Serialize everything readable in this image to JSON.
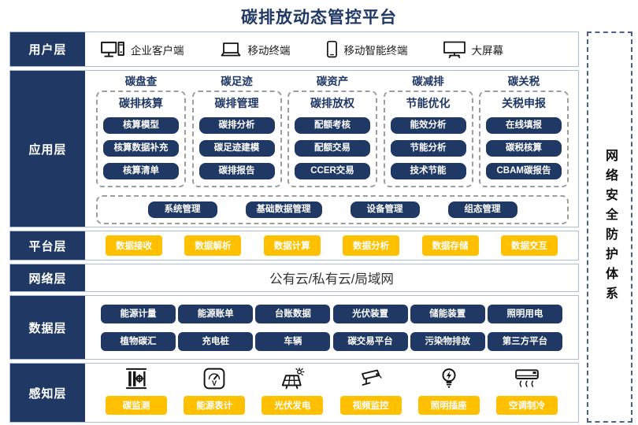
{
  "title": "碳排放动态管控平台",
  "colors": {
    "navy": "#1F3864",
    "yellow": "#FFC000",
    "band_border": "#A9BDDC",
    "dash_gray": "#9E9E9E",
    "dash_blue": "#49618F"
  },
  "security_bar": {
    "label": "网络安全防护体系"
  },
  "layers": {
    "user": {
      "label": "用户层",
      "items": [
        {
          "icon": "desktop-pc-icon",
          "label": "企业客户端"
        },
        {
          "icon": "laptop-icon",
          "label": "移动终端"
        },
        {
          "icon": "smartphone-icon",
          "label": "移动智能终端"
        },
        {
          "icon": "big-screen-icon",
          "label": "大屏幕"
        }
      ]
    },
    "app": {
      "label": "应用层",
      "columns": [
        {
          "header": "碳盘查",
          "title": "碳排核算",
          "items": [
            "核算模型",
            "核算数据补充",
            "核算清单"
          ]
        },
        {
          "header": "碳足迹",
          "title": "碳排管理",
          "items": [
            "碳排分析",
            "碳足迹建模",
            "碳排报告"
          ]
        },
        {
          "header": "碳资产",
          "title": "碳排放权",
          "items": [
            "配额考核",
            "配额交易",
            "CCER交易"
          ]
        },
        {
          "header": "碳减排",
          "title": "节能优化",
          "items": [
            "能效分析",
            "节能分析",
            "技术节能"
          ]
        },
        {
          "header": "碳关税",
          "title": "关税申报",
          "items": [
            "在线填报",
            "碳税核算",
            "CBAM碳报告"
          ]
        }
      ],
      "common": [
        "系统管理",
        "基础数据管理",
        "设备管理",
        "组态管理"
      ]
    },
    "platform": {
      "label": "平台层",
      "items": [
        "数据接收",
        "数据解析",
        "数据计算",
        "数据分析",
        "数据存储",
        "数据交互"
      ]
    },
    "network": {
      "label": "网络层",
      "content": "公有云/私有云/局域网"
    },
    "data": {
      "label": "数据层",
      "rows": [
        [
          "能源计量",
          "能源账单",
          "台账数据",
          "光伏装置",
          "储能装置",
          "照明用电"
        ],
        [
          "植物碳汇",
          "充电桩",
          "车辆",
          "碳交易平台",
          "污染物排放",
          "第三方平台"
        ]
      ]
    },
    "sensing": {
      "label": "感知层",
      "items": [
        {
          "icon": "carbon-monitor-icon",
          "label": "碳监测"
        },
        {
          "icon": "energy-meter-icon",
          "label": "能源表计"
        },
        {
          "icon": "solar-pv-icon",
          "label": "光伏发电"
        },
        {
          "icon": "cctv-icon",
          "label": "视频监控"
        },
        {
          "icon": "light-socket-icon",
          "label": "照明插座"
        },
        {
          "icon": "air-conditioner-icon",
          "label": "空调制冷"
        }
      ]
    }
  }
}
